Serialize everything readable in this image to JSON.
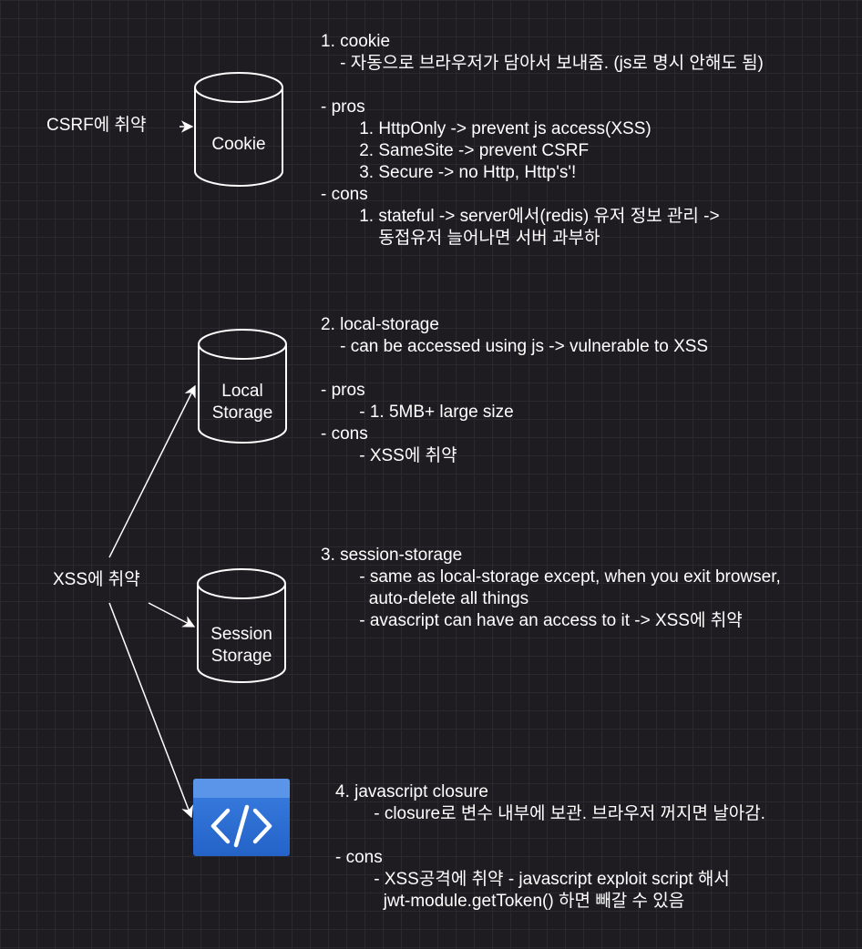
{
  "left_labels": {
    "csrf": "CSRF에 취약",
    "xss": "XSS에 취약"
  },
  "shapes": {
    "cookie": {
      "label": "Cookie"
    },
    "local_storage": {
      "line1": "Local",
      "line2": "Storage"
    },
    "session_storage": {
      "line1": "Session",
      "line2": "Storage"
    },
    "js_closure_icon": "code-brackets-icon"
  },
  "notes": {
    "cookie": [
      "1. cookie",
      "    - 자동으로 브라우저가 담아서 보내줌. (js로 명시 안해도 됨)",
      "",
      "- pros",
      "        1. HttpOnly -> prevent js access(XSS)",
      "        2. SameSite -> prevent CSRF",
      "        3. Secure -> no Http, Http's'!",
      "- cons",
      "        1. stateful -> server에서(redis) 유저 정보 관리 ->",
      "            동접유저 늘어나면 서버 과부하"
    ],
    "local_storage": [
      "2. local-storage",
      "    - can be accessed using js -> vulnerable to XSS",
      "",
      "- pros",
      "        - 1. 5MB+ large size",
      "- cons",
      "        - XSS에 취약"
    ],
    "session_storage": [
      "3. session-storage",
      "        - same as local-storage except, when you exit browser,",
      "          auto-delete all things",
      "        - avascript can have an access to it -> XSS에 취약"
    ],
    "js_closure": [
      "4. javascript closure",
      "        - closure로 변수 내부에 보관. 브라우저 꺼지면 날아감.",
      "",
      "- cons",
      "        - XSS공격에 취약 - javascript exploit script 해서",
      "          jwt-module.getToken() 하면 빼갈 수 있음"
    ]
  },
  "colors": {
    "background": "#1e1c21",
    "grid": "#2b2930",
    "stroke": "#ffffff",
    "icon_blue": "#2f70d6",
    "icon_header": "#5b95ea"
  }
}
